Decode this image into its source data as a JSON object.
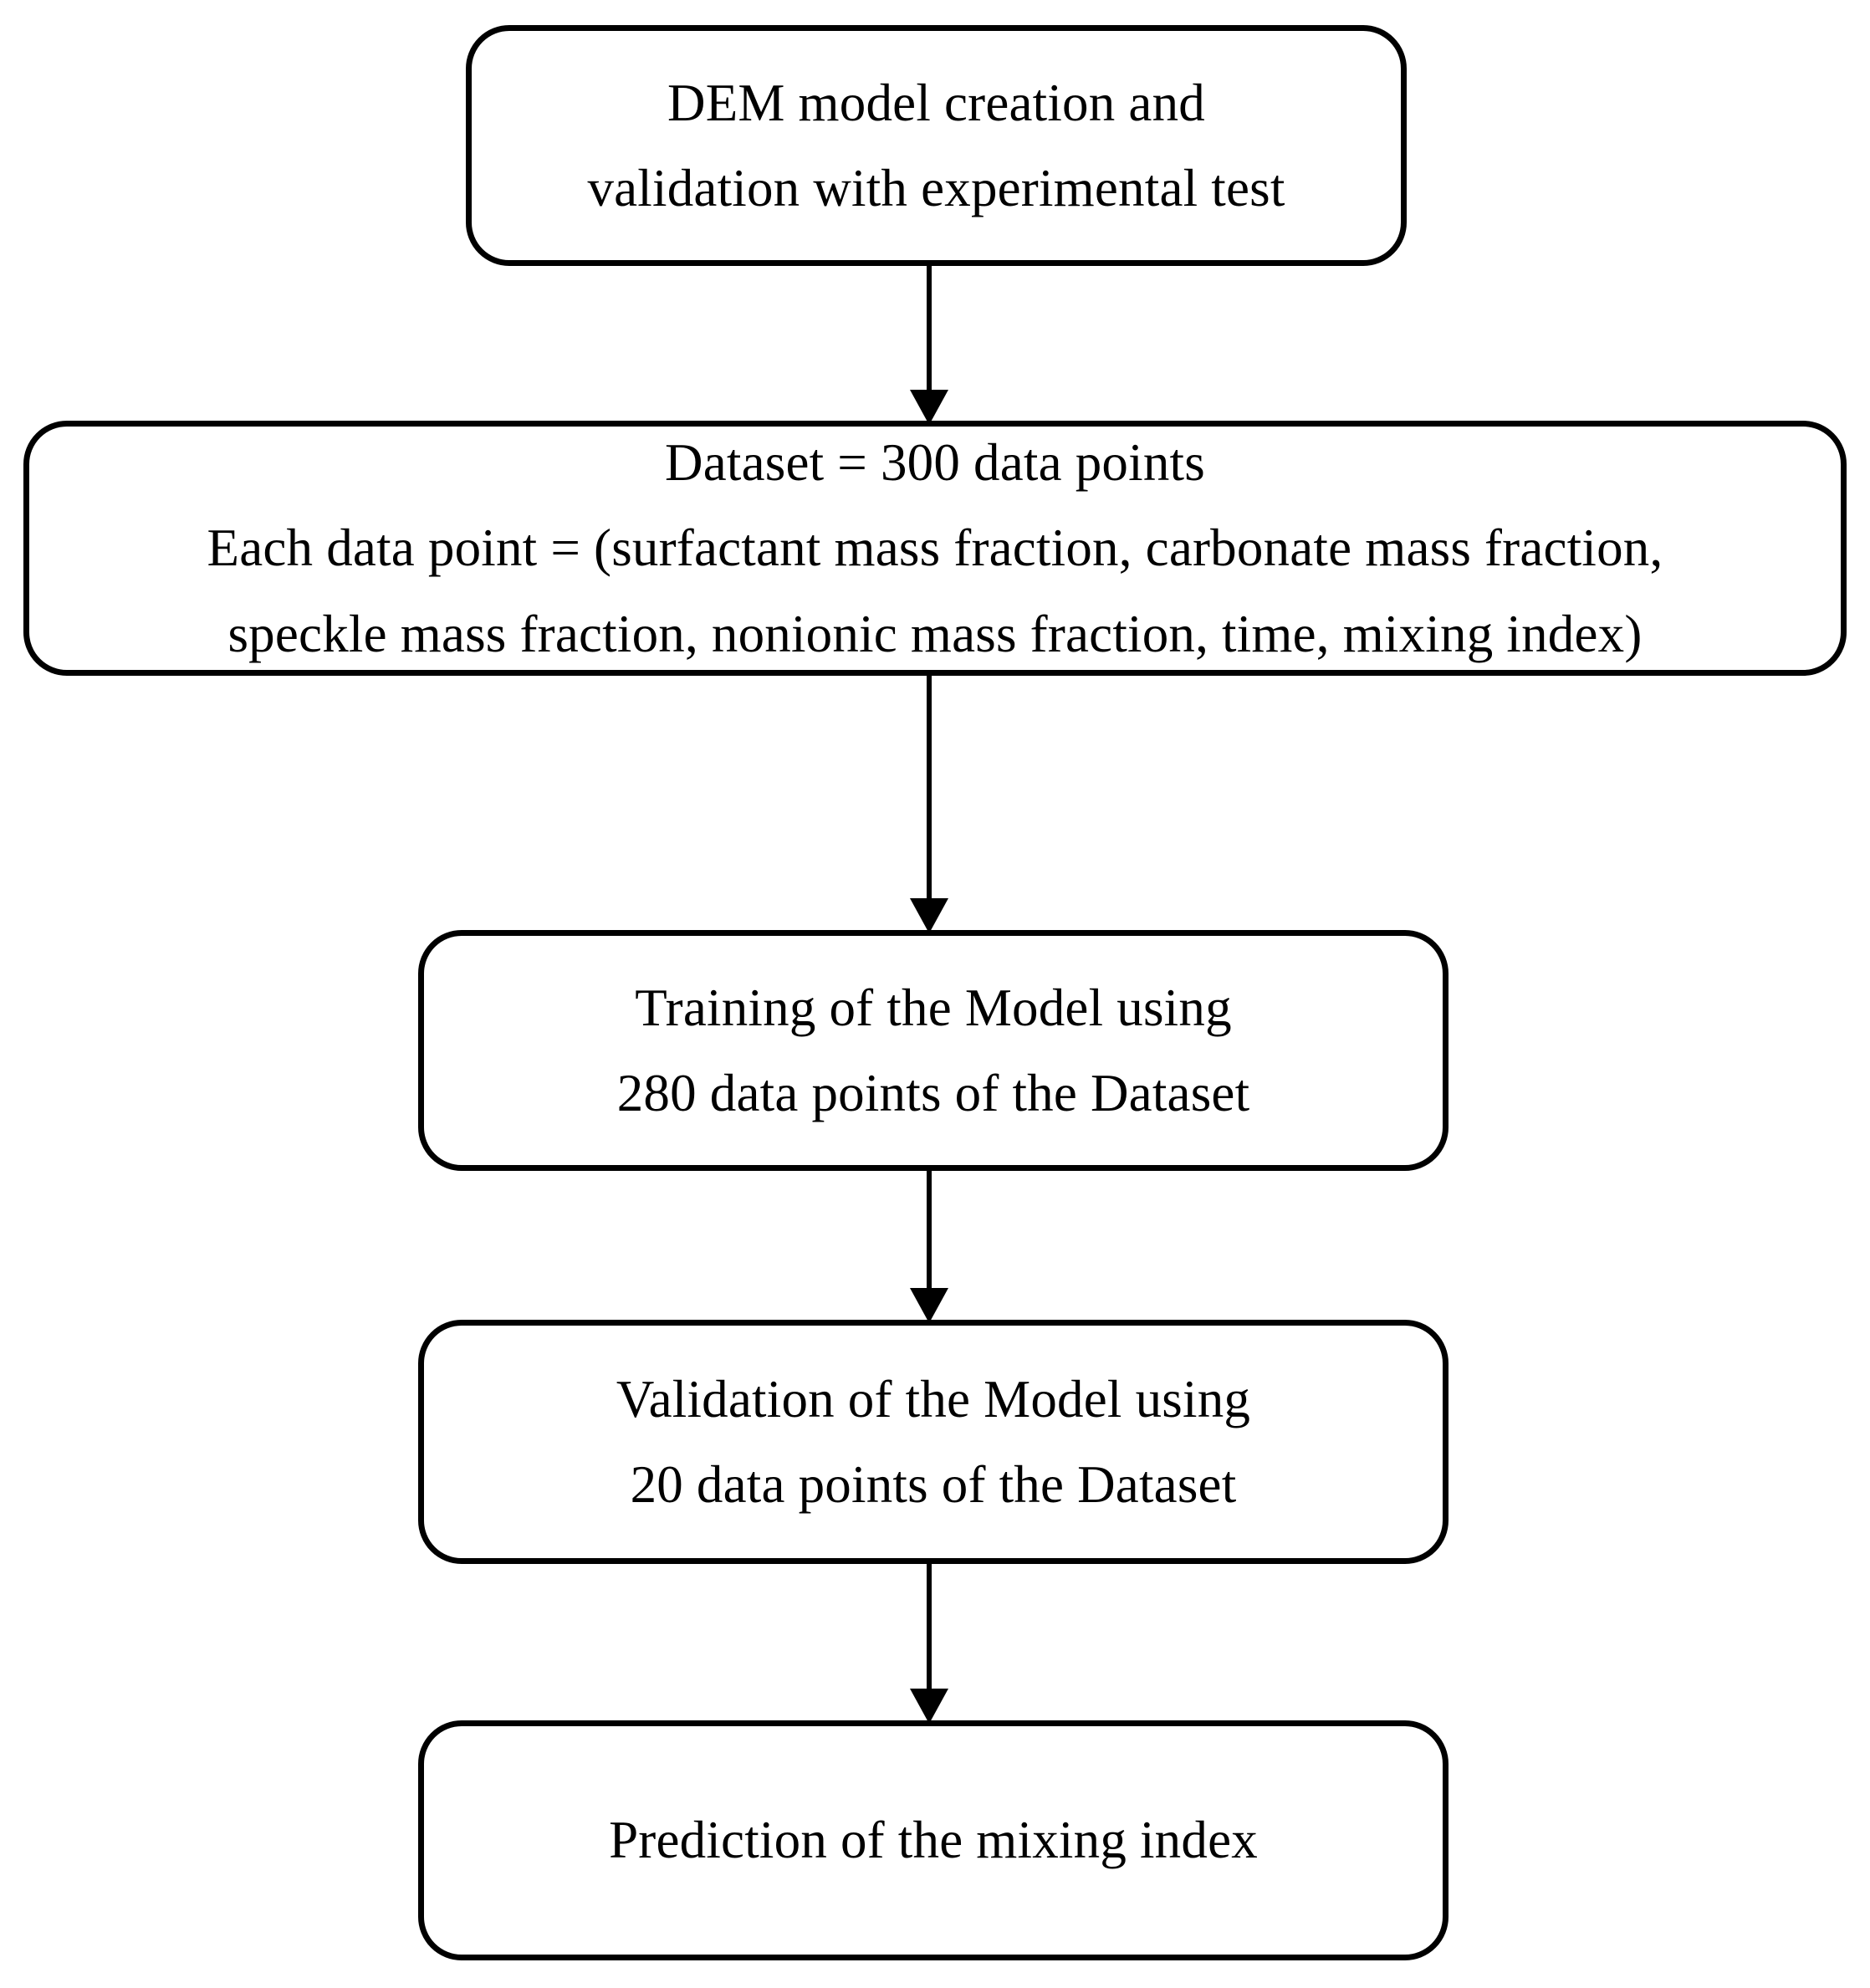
{
  "diagram": {
    "type": "flowchart",
    "orientation": "top-to-bottom",
    "background_color": "#ffffff",
    "stroke_color": "#000000",
    "nodes": [
      {
        "id": "dem",
        "shape": "rounded-rectangle",
        "lines": [
          "DEM model creation and",
          "validation with experimental test"
        ]
      },
      {
        "id": "dataset",
        "shape": "rounded-rectangle",
        "lines": [
          "Dataset = 300 data points",
          "Each data point = (surfactant mass fraction, carbonate mass fraction,",
          "speckle mass fraction, nonionic mass fraction, time, mixing index)"
        ]
      },
      {
        "id": "training",
        "shape": "rounded-rectangle",
        "lines": [
          "Training of the Model using",
          "280 data points of the Dataset"
        ]
      },
      {
        "id": "validation",
        "shape": "rounded-rectangle",
        "lines": [
          "Validation of the Model using",
          "20 data points of the Dataset"
        ]
      },
      {
        "id": "prediction",
        "shape": "rounded-rectangle",
        "lines": [
          "Prediction of the mixing index"
        ]
      }
    ],
    "edges": [
      {
        "id": "arrow-1",
        "from": "dem",
        "to": "dataset",
        "style": "solid-arrow-down"
      },
      {
        "id": "arrow-2",
        "from": "dataset",
        "to": "training",
        "style": "solid-arrow-down"
      },
      {
        "id": "arrow-3",
        "from": "training",
        "to": "validation",
        "style": "solid-arrow-down"
      },
      {
        "id": "arrow-4",
        "from": "validation",
        "to": "prediction",
        "style": "solid-arrow-down"
      }
    ]
  }
}
